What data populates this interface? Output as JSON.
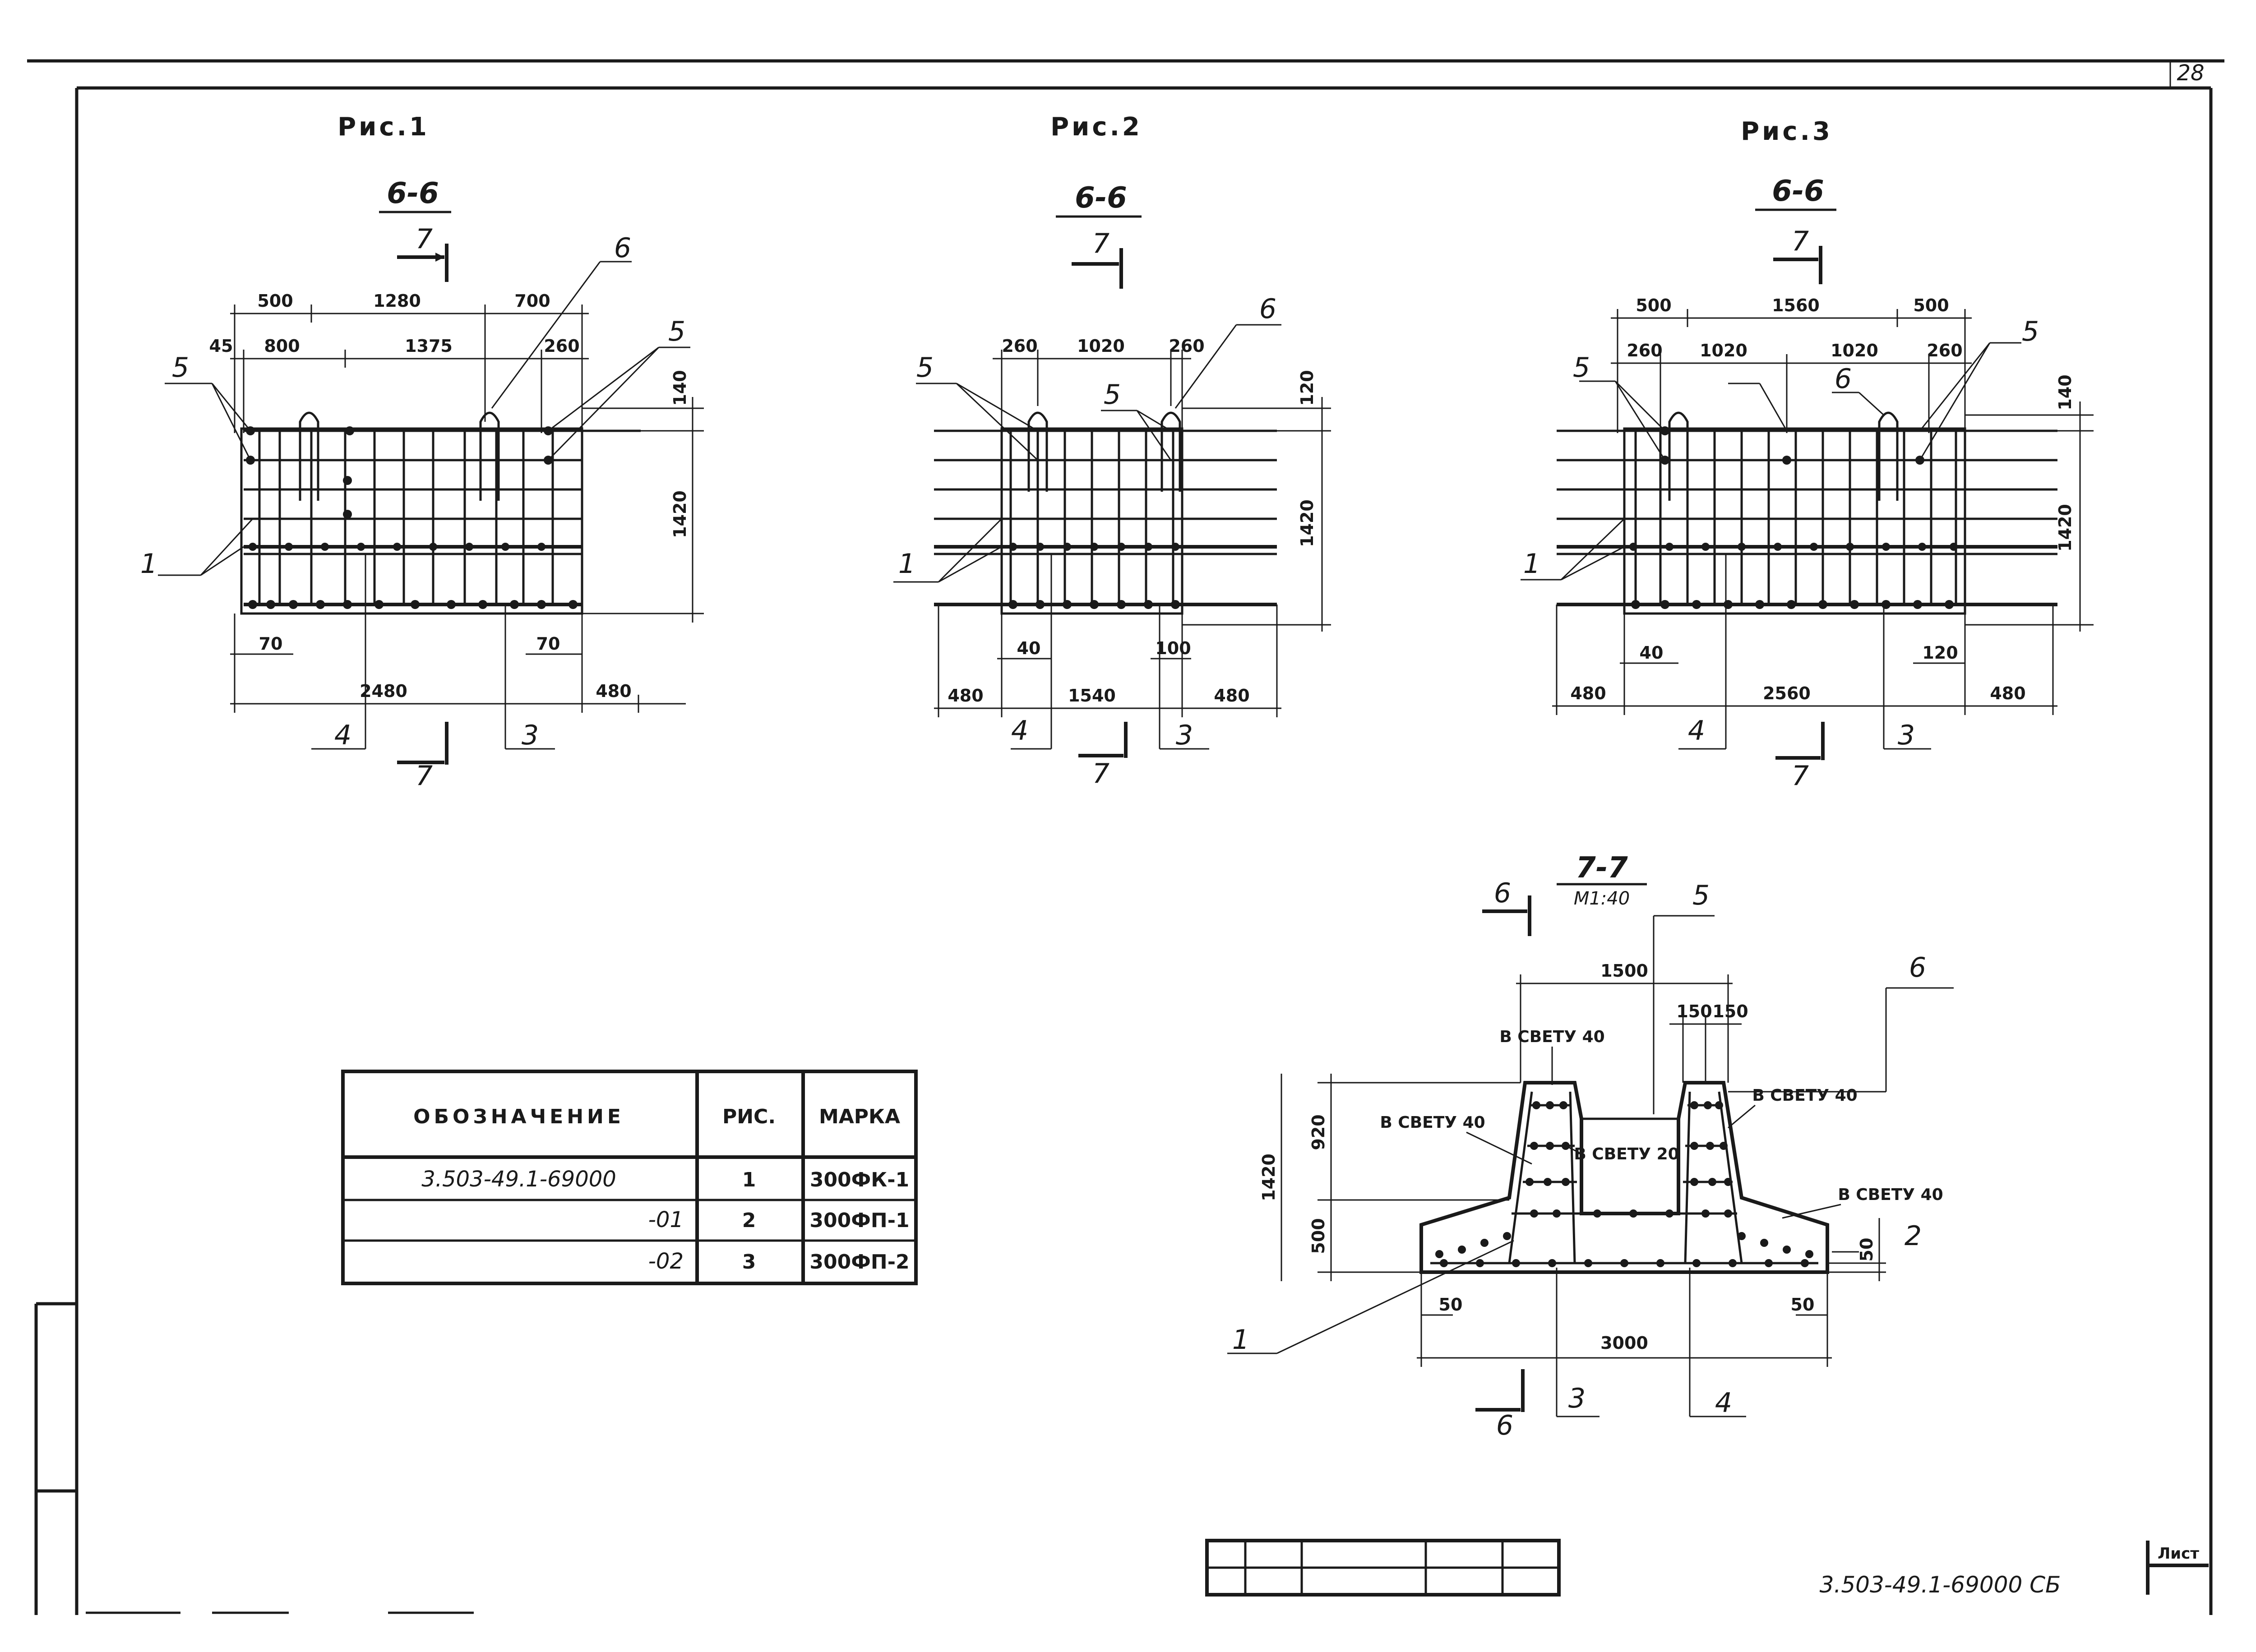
{
  "sheet": {
    "page_number": "28",
    "stamp_code": "3.503-49.1-69000 СБ",
    "stamp_label": "Лист"
  },
  "fig1": {
    "title": "Рис.1",
    "section": "6-6",
    "cut_mark": "7",
    "dims_top": [
      "500",
      "1280",
      "700"
    ],
    "dims_second": [
      "45",
      "800",
      "1375",
      "260"
    ],
    "dim_right_top": "140",
    "dim_right": "1420",
    "dims_bottom_small": [
      "70",
      "70"
    ],
    "dim_bottom": "2480",
    "dim_bottom_right": "480",
    "callouts": [
      "1",
      "3",
      "4",
      "5",
      "5",
      "6"
    ]
  },
  "fig2": {
    "title": "Рис.2",
    "section": "6-6",
    "cut_mark": "7",
    "dims_top": [
      "260",
      "1020",
      "260"
    ],
    "dim_right_top": "120",
    "dim_right": "1420",
    "dims_bottom_small": [
      "40",
      "100"
    ],
    "dims_bottom": [
      "480",
      "1540",
      "480"
    ],
    "callouts": [
      "1",
      "3",
      "4",
      "5",
      "5",
      "6"
    ]
  },
  "fig3": {
    "title": "Рис.3",
    "section": "6-6",
    "cut_mark": "7",
    "dims_top": [
      "500",
      "1560",
      "500"
    ],
    "dims_second": [
      "260",
      "1020",
      "1020",
      "260"
    ],
    "dim_right_top": "140",
    "dim_right": "1420",
    "dims_bottom_small": [
      "40",
      "120"
    ],
    "dims_bottom": [
      "480",
      "2560",
      "480"
    ],
    "callouts": [
      "1",
      "3",
      "4",
      "5",
      "5",
      "6"
    ]
  },
  "section77": {
    "title": "7-7",
    "scale": "М1:40",
    "cut_mark": "6",
    "dim_top": "1500",
    "dims_top_small": [
      "150",
      "150"
    ],
    "dim_left_total": "1420",
    "dims_left": [
      "920",
      "500"
    ],
    "dims_bottom_small": [
      "50",
      "50"
    ],
    "dim_bottom": "3000",
    "dim_right_small": "50",
    "notes": [
      "В СВЕТУ 40",
      "В СВЕТУ 40",
      "В СВЕТУ 20",
      "В СВЕТУ 40",
      "В СВЕТУ 40"
    ],
    "callouts": [
      "1",
      "2",
      "3",
      "4",
      "5",
      "6"
    ]
  },
  "table": {
    "headers": [
      "ОБОЗНАЧЕНИЕ",
      "РИС.",
      "МАРКА"
    ],
    "rows": [
      {
        "designation": "3.503-49.1-69000",
        "fig": "1",
        "mark": "300ФК-1"
      },
      {
        "designation": "-01",
        "fig": "2",
        "mark": "300ФП-1"
      },
      {
        "designation": "-02",
        "fig": "3",
        "mark": "300ФП-2"
      }
    ]
  }
}
